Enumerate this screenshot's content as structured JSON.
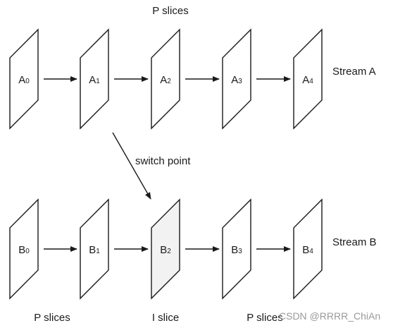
{
  "captions": {
    "top": "P slices",
    "switch_point": "switch point",
    "stream_a": "Stream A",
    "stream_b": "Stream B",
    "bottom_left": "P slices",
    "bottom_mid": "I slice",
    "bottom_right": "P slices"
  },
  "stream_a": {
    "frames": [
      {
        "letter": "A",
        "index": "0"
      },
      {
        "letter": "A",
        "index": "1"
      },
      {
        "letter": "A",
        "index": "2"
      },
      {
        "letter": "A",
        "index": "3"
      },
      {
        "letter": "A",
        "index": "4"
      }
    ]
  },
  "stream_b": {
    "frames": [
      {
        "letter": "B",
        "index": "0"
      },
      {
        "letter": "B",
        "index": "1"
      },
      {
        "letter": "B",
        "index": "2",
        "type": "I"
      },
      {
        "letter": "B",
        "index": "3"
      },
      {
        "letter": "B",
        "index": "4"
      }
    ]
  },
  "watermark": "CSDN @RRRR_ChiAn",
  "colors": {
    "line": "#1a1a1a",
    "iframe_fill": "#f2f2f2",
    "watermark": "#9a9a9a"
  }
}
